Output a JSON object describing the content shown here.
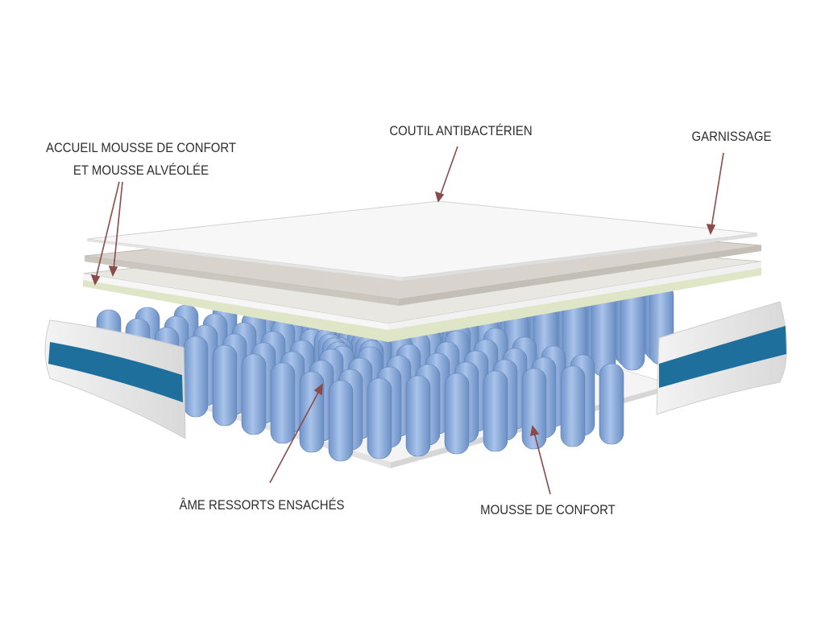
{
  "labels": {
    "comfort_top_line1": "ACCUEIL MOUSSE DE CONFORT",
    "comfort_top_line2": "ET MOUSSE ALVÉOLÉE",
    "ticking": "COUTIL ANTIBACTÉRIEN",
    "padding": "GARNISSAGE",
    "pocket_springs": "ÂME RESSORTS ENSACHÉS",
    "comfort_foam": "MOUSSE DE CONFORT"
  },
  "colors": {
    "arrow": "#8a4b4b",
    "spring": "#8fb0dc",
    "band": "#1f6f9c",
    "green_foam": "#dfe6c8"
  }
}
